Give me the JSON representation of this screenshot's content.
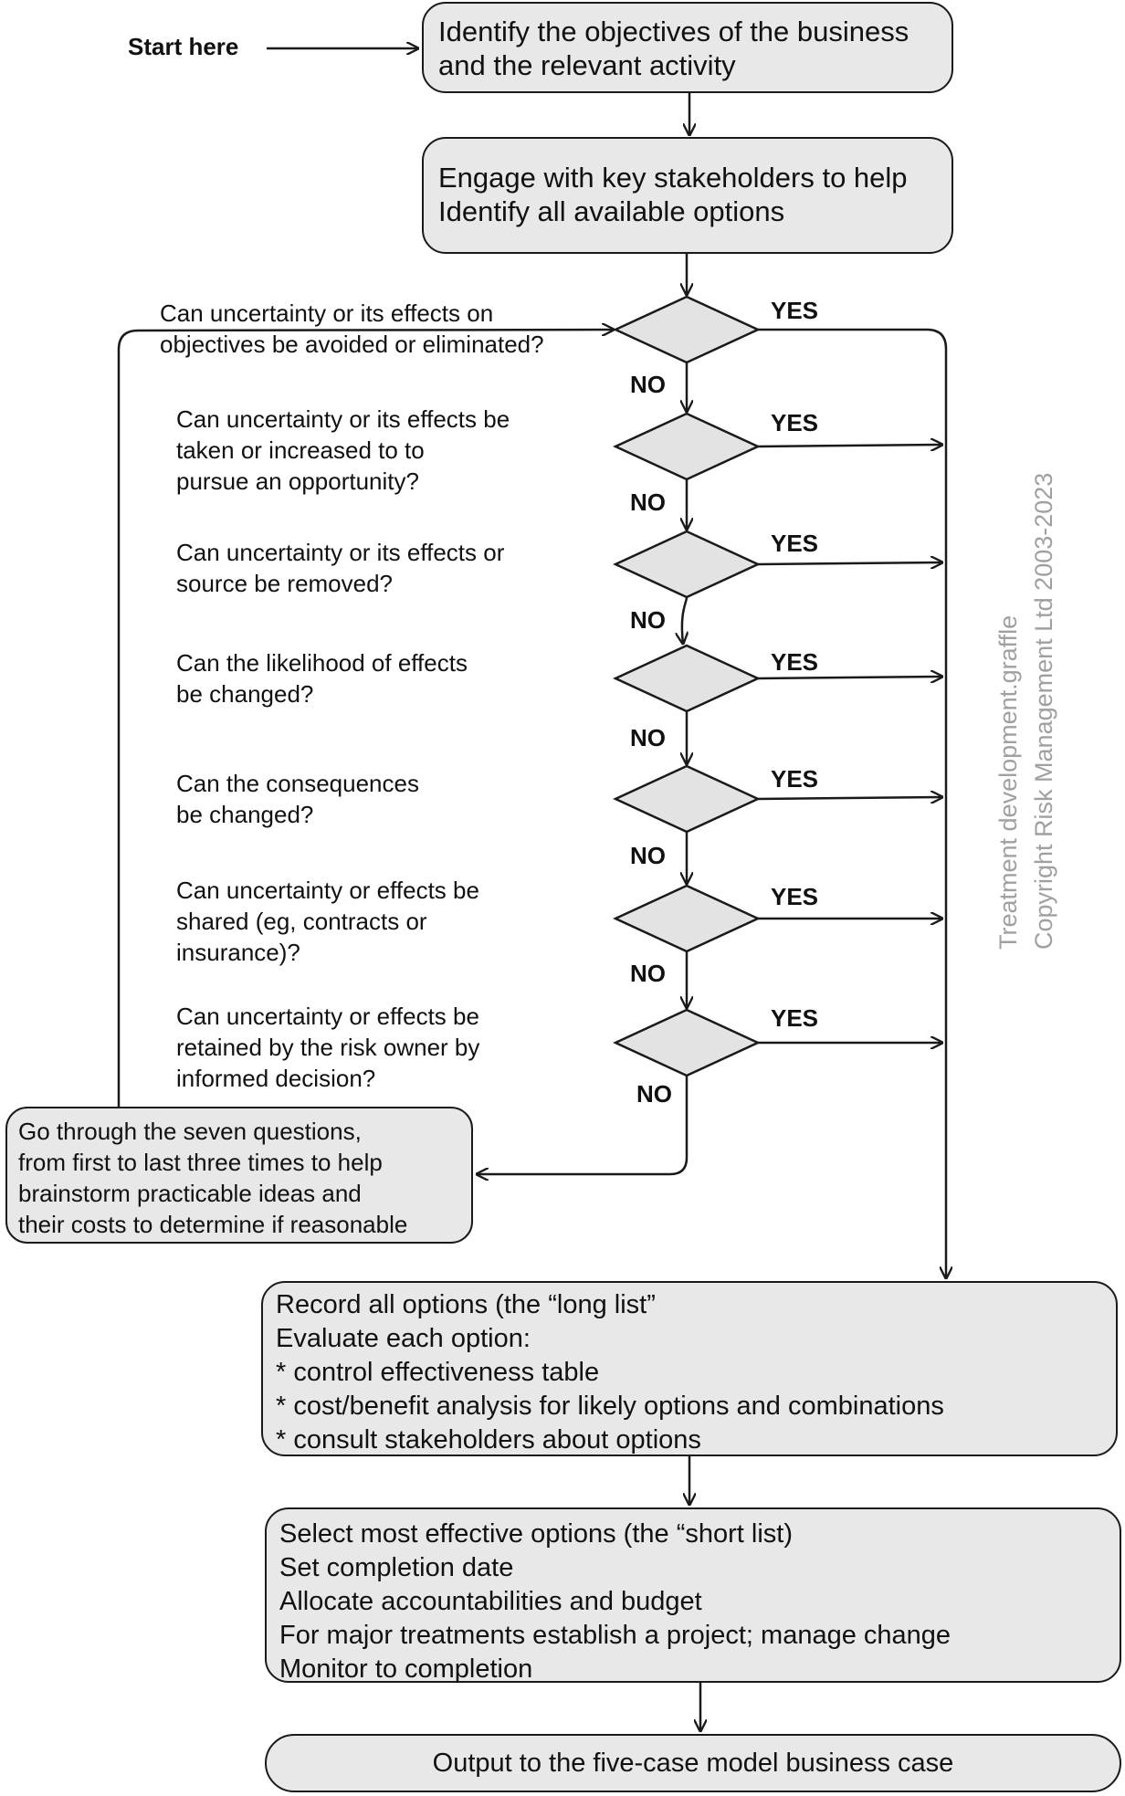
{
  "start_label": "Start here",
  "boxes": {
    "objectives": "Identify the objectives of the business\nand the relevant activity",
    "stakeholders": "Engage with key stakeholders to help\nIdentify all available options",
    "loop": "Go through the seven questions,\nfrom first to last three times to help\nbrainstorm practicable ideas and\ntheir costs to determine if reasonable",
    "record": "Record all options (the “long list”\nEvaluate each option:\n* control effectiveness table\n* cost/benefit analysis for likely options and combinations\n* consult stakeholders about options",
    "select": "Select most effective options (the “short list)\nSet completion date\nAllocate accountabilities and budget\nFor major treatments establish a project; manage change\nMonitor to completion",
    "output": "Output to the five-case model business case"
  },
  "questions": [
    "Can uncertainty or its effects on\nobjectives be avoided or eliminated?",
    "Can uncertainty or its effects be\ntaken or increased to to\npursue an opportunity?",
    "Can uncertainty or its effects or\nsource be removed?",
    "Can the likelihood of effects\nbe changed?",
    "Can the consequences\nbe changed?",
    "Can uncertainty or effects be\nshared (eg, contracts or\ninsurance)?",
    "Can uncertainty or effects be\nretained by the risk owner by\ninformed decision?"
  ],
  "yes_label": "YES",
  "no_label": "NO",
  "watermark": "Treatment development.graffle\nCopyright Risk Management Ltd 2003-2023",
  "colors": {
    "box_fill": "#e8e8e8",
    "diamond_fill": "#e3e3e3",
    "stroke": "#1a1a1a",
    "watermark": "#a0a0a0"
  }
}
